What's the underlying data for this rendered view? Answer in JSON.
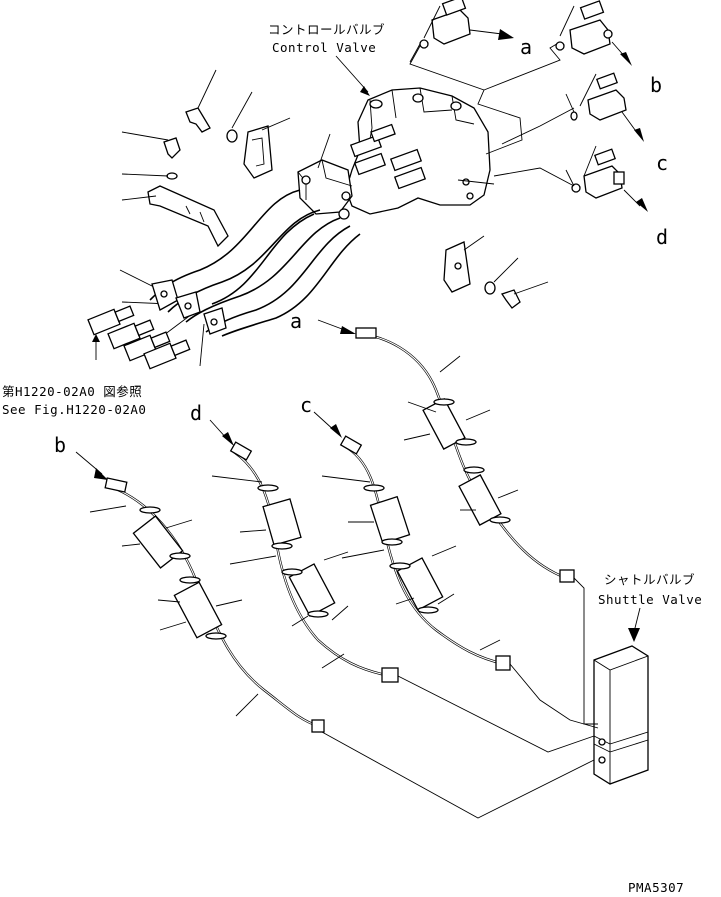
{
  "labels": {
    "control_valve_jp": "コントロールバルブ",
    "control_valve_en": "Control Valve",
    "shuttle_valve_jp": "シャトルバルブ",
    "shuttle_valve_en": "Shuttle Valve",
    "see_fig_jp": "第H1220-02A0 図参照",
    "see_fig_en": "See Fig.H1220-02A0",
    "page_code": "PMA5307"
  },
  "callouts": {
    "a_top": "a",
    "b_top": "b",
    "c_top": "c",
    "d_top": "d",
    "a_hose": "a",
    "b_hose": "b",
    "c_hose": "c",
    "d_hose": "d"
  }
}
